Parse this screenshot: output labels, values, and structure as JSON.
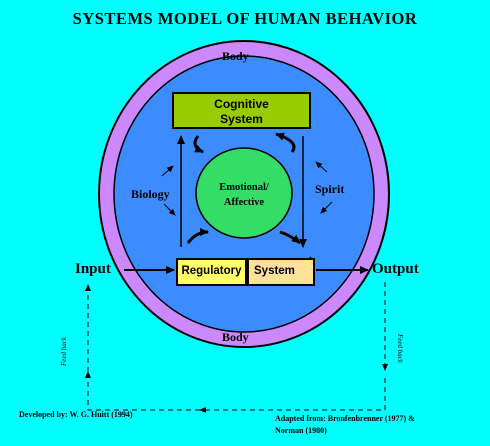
{
  "title": "SYSTEMS MODEL OF HUMAN BEHAVIOR",
  "body_top_label": "Body",
  "body_bottom_label": "Body",
  "cognitive_box": {
    "line1": "Cognitive",
    "line2": "System"
  },
  "emotional_circle": {
    "line1": "Emotional/",
    "line2": "Affective"
  },
  "regulatory_label": "Regulatory",
  "system_label": "System",
  "biology_label": "Biology",
  "spirit_label": "Spirit",
  "input_label": "Input",
  "output_label": "Output",
  "feedback_left": "Feed back",
  "feedback_right": "Feed back",
  "developed_by": "Developed by: W. G. Huitt (1994)",
  "adapted_line1": "Adapted from: Bronfenbrenner (1977) &",
  "adapted_line2": "Norman (1980)",
  "colors": {
    "background": "#00ffff",
    "ellipse_outer": "#cc88ff",
    "ellipse_inner": "#3c8cff",
    "cognitive_fill": "#99cc00",
    "emotional_fill": "#33dd66",
    "regulatory_fill": "#ffff66",
    "system_fill": "#ffe199"
  }
}
